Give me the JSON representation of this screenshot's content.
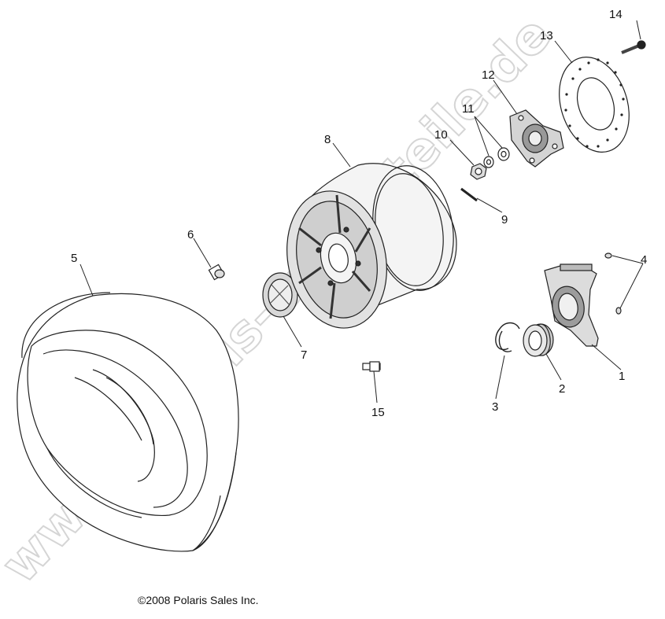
{
  "callouts": [
    {
      "id": "1",
      "label": "1"
    },
    {
      "id": "2",
      "label": "2"
    },
    {
      "id": "3",
      "label": "3"
    },
    {
      "id": "4",
      "label": "4"
    },
    {
      "id": "5",
      "label": "5"
    },
    {
      "id": "6",
      "label": "6"
    },
    {
      "id": "7",
      "label": "7"
    },
    {
      "id": "8",
      "label": "8"
    },
    {
      "id": "9",
      "label": "9"
    },
    {
      "id": "10",
      "label": "10"
    },
    {
      "id": "11",
      "label": "11"
    },
    {
      "id": "12",
      "label": "12"
    },
    {
      "id": "13",
      "label": "13"
    },
    {
      "id": "14",
      "label": "14"
    },
    {
      "id": "15",
      "label": "15"
    }
  ],
  "copyright": "©2008 Polaris Sales Inc.",
  "watermark": "www.polaris-ersatzteile.de"
}
